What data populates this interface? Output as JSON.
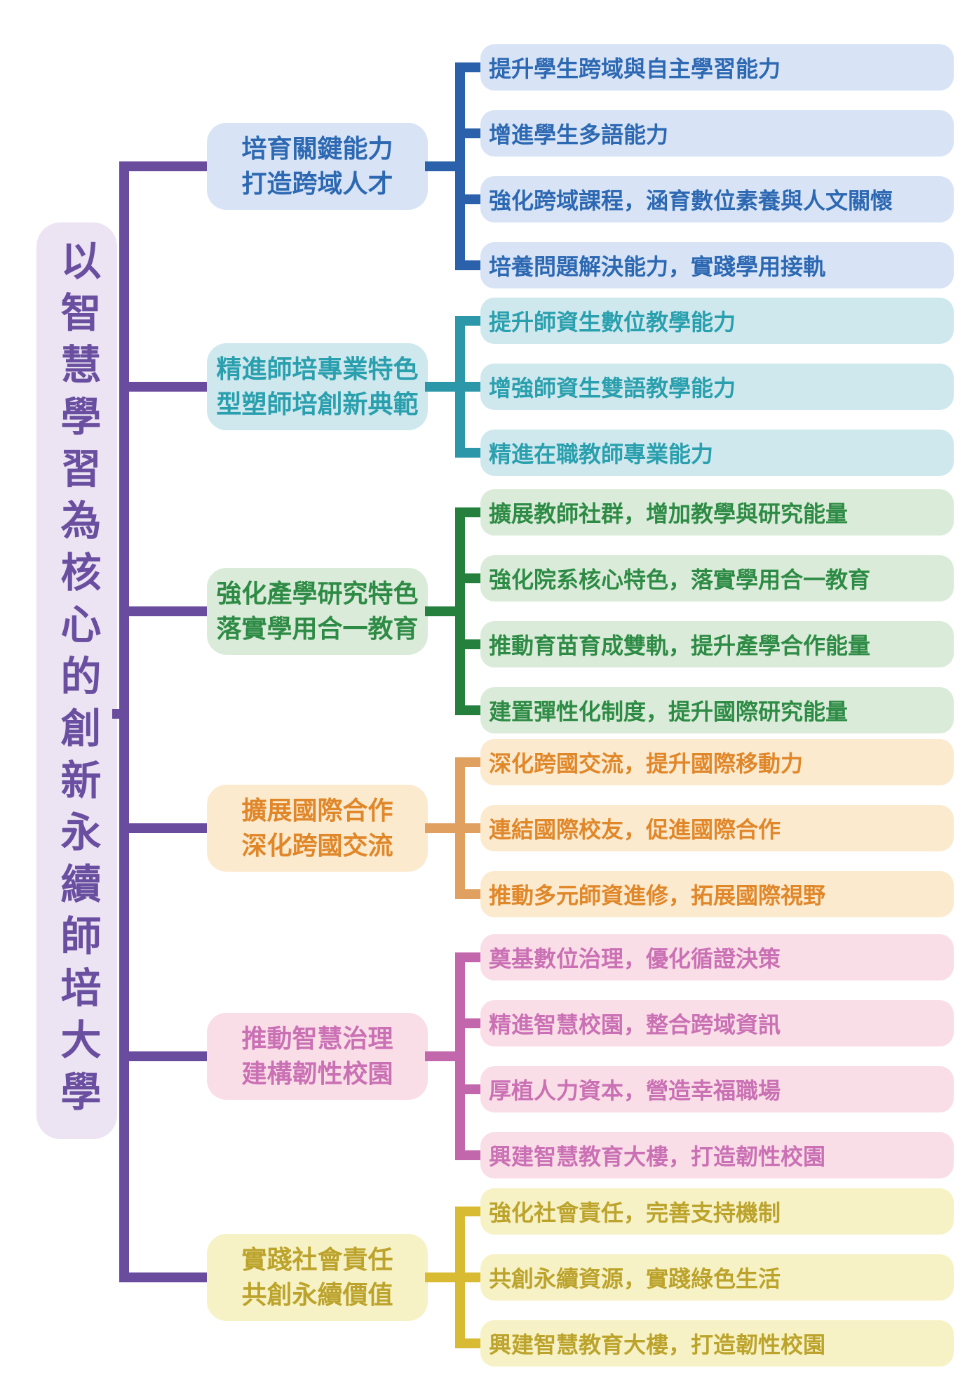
{
  "canvas_bg": "#ffffff",
  "root": {
    "label": "以智慧學習為核心的創新永續師培大學",
    "text_color": "#6a4fa0",
    "bg_color": "#ece4f3",
    "connector_color": "#6a4c9f"
  },
  "branches": [
    {
      "label": "培育關鍵能力\n打造跨域人才",
      "text_color": "#2d68b2",
      "line_color": "#2b60aa",
      "bg_color": "#d8e4f6",
      "items": [
        {
          "label": "提升學生跨域與自主學習能力"
        },
        {
          "label": "增進學生多語能力"
        },
        {
          "label": "強化跨域課程，涵育數位素養與人文關懷"
        },
        {
          "label": "培養問題解決能力，實踐學用接軌"
        }
      ]
    },
    {
      "label": "精進師培專業特色\n型塑師培創新典範",
      "text_color": "#2aa0ae",
      "line_color": "#2b97a8",
      "bg_color": "#cfe8ee",
      "items": [
        {
          "label": "提升師資生數位教學能力"
        },
        {
          "label": "增強師資生雙語教學能力"
        },
        {
          "label": "精進在職教師專業能力"
        }
      ]
    },
    {
      "label": "強化產學研究特色\n落實學用合一教育",
      "text_color": "#2e8b45",
      "line_color": "#257f3d",
      "bg_color": "#daecd9",
      "items": [
        {
          "label": "擴展教師社群，增加教學與研究能量"
        },
        {
          "label": "強化院系核心特色，落實學用合一教育"
        },
        {
          "label": "推動育苗育成雙軌，提升產學合作能量"
        },
        {
          "label": "建置彈性化制度，提升國際研究能量"
        }
      ]
    },
    {
      "label": "擴展國際合作\n深化跨國交流",
      "text_color": "#e0872a",
      "line_color": "#e0a160",
      "bg_color": "#fceacf",
      "items": [
        {
          "label": "深化跨國交流，提升國際移動力"
        },
        {
          "label": "連結國際校友，促進國際合作"
        },
        {
          "label": "推動多元師資進修，拓展國際視野"
        }
      ]
    },
    {
      "label": "推動智慧治理\n建構韌性校園",
      "text_color": "#ca70b4",
      "line_color": "#c367ad",
      "bg_color": "#fadee7",
      "items": [
        {
          "label": "奠基數位治理，優化循證決策"
        },
        {
          "label": "精進智慧校園，整合跨域資訊"
        },
        {
          "label": "厚植人力資本，營造幸福職場"
        },
        {
          "label": "興建智慧教育大樓，打造韌性校園"
        }
      ]
    },
    {
      "label": "實踐社會責任\n共創永續價值",
      "text_color": "#bca32c",
      "line_color": "#d8bb33",
      "bg_color": "#f6f2c5",
      "items": [
        {
          "label": "強化社會責任，完善支持機制"
        },
        {
          "label": "共創永續資源，實踐綠色生活"
        },
        {
          "label": "興建智慧教育大樓，打造韌性校園"
        }
      ]
    }
  ]
}
